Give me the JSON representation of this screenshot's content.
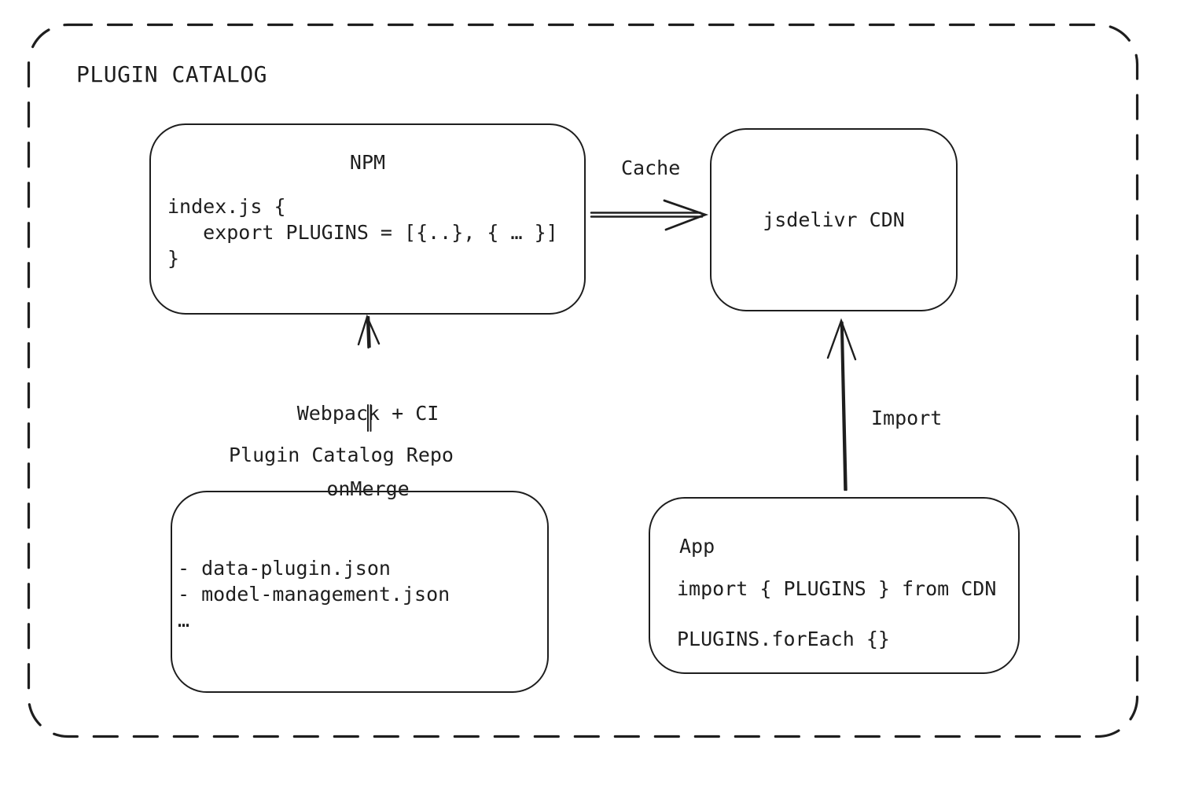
{
  "diagram": {
    "title": "PLUGIN CATALOG",
    "colors": {
      "ink": "#1e1e1e",
      "background": "#ffffff"
    },
    "nodes": {
      "npm": {
        "title": "NPM",
        "code": [
          "index.js {",
          "   export PLUGINS = [{..}, { … }]",
          "}"
        ]
      },
      "cdn": {
        "label": "jsdelivr CDN"
      },
      "repo": {
        "label": "Plugin Catalog Repo",
        "items": [
          "- data-plugin.json",
          "- model-management.json",
          "…"
        ]
      },
      "app": {
        "title": "App",
        "code": [
          "import { PLUGINS } from CDN",
          "PLUGINS.forEach {}"
        ]
      }
    },
    "edges": {
      "cache": {
        "label": "Cache"
      },
      "build": {
        "label_line1": "Webpack + CI",
        "label_line2": "onMerge"
      },
      "import": {
        "label": "Import"
      }
    }
  }
}
